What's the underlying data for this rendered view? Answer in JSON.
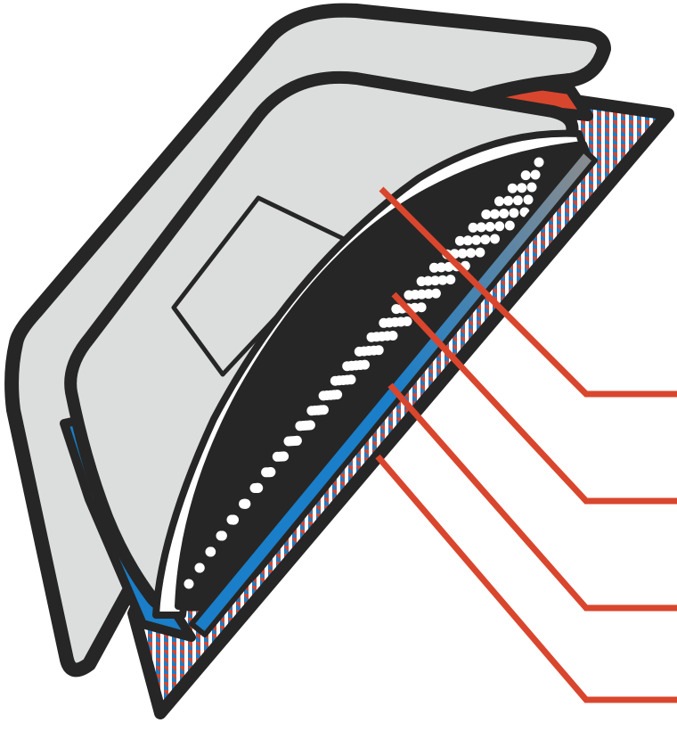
{
  "diagram": {
    "subject": "layered-material-cross-section",
    "layer_count": 5,
    "callout_count": 4,
    "labels": []
  },
  "colors": {
    "outline": "#262626",
    "shell": "#dcdede",
    "accent_red": "#d9462e",
    "accent_blue": "#1a7ec8",
    "dots": "#ffffff",
    "leader_lines": "#d9462e"
  },
  "icons": {
    "hatch_pattern": "vertical-stripes",
    "perforation_pattern": "dot-grid"
  }
}
